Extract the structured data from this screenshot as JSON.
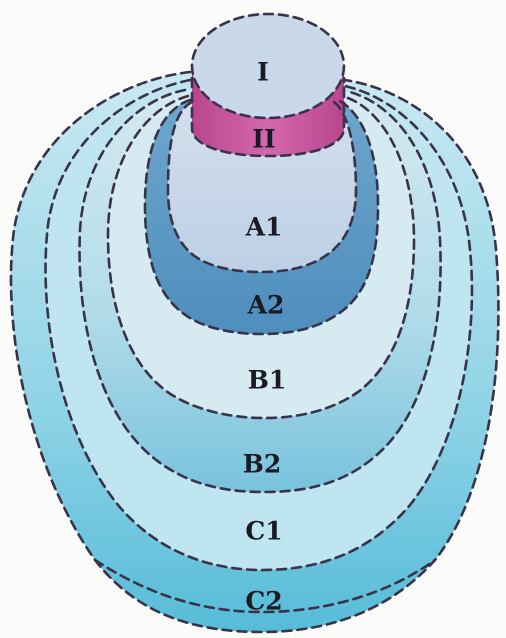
{
  "diagram": {
    "labels": {
      "I": "I",
      "II": "II",
      "A1": "A1",
      "A2": "A2",
      "B1": "B1",
      "B2": "B2",
      "C1": "C1",
      "C2": "C2"
    },
    "colors": {
      "background": "#fbfbfa",
      "c_layer": "#7fd0e2",
      "c_dark": "#46b7d6",
      "b_layer": "#a9dae6",
      "b_dark": "#6ab6d3",
      "a1_layer": "#bcd0e4",
      "a2_layer": "#5a97c2",
      "ii_layer": "#c8579e",
      "i_layer": "#c9d9ea",
      "outline": "#3a3248"
    }
  }
}
